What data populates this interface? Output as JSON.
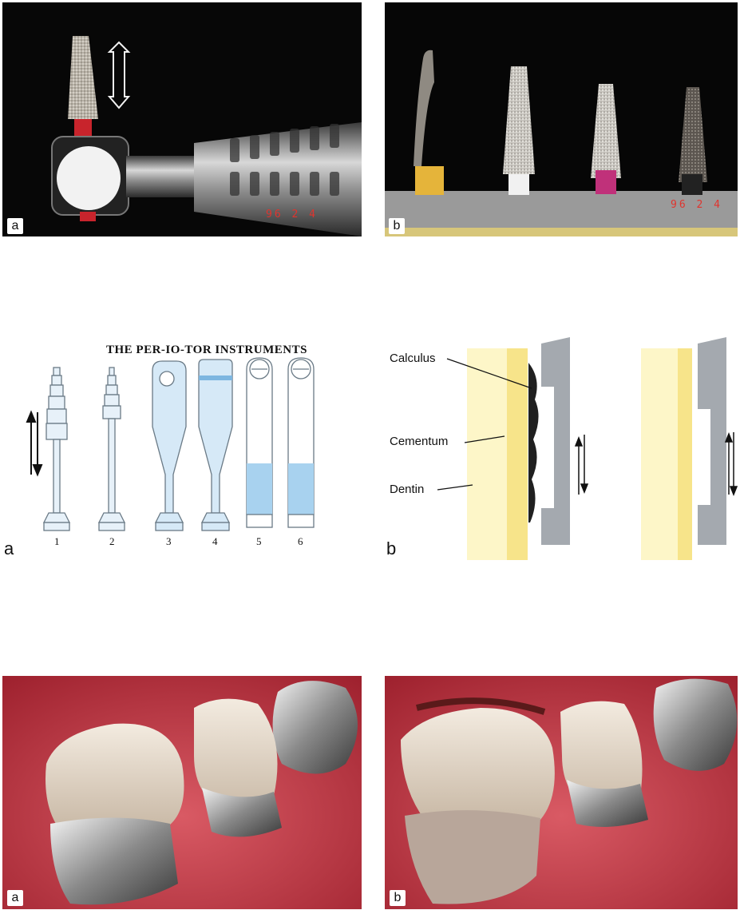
{
  "top_row": {
    "photo_a": {
      "label": "a",
      "date_stamp": "96 2 4"
    },
    "photo_b": {
      "label": "b",
      "date_stamp": "96 2 4"
    }
  },
  "middle_row": {
    "instruments": {
      "title": "THE PER-IO-TOR INSTRUMENTS",
      "label": "a",
      "numbers": [
        "1",
        "2",
        "3",
        "4",
        "5",
        "6"
      ]
    },
    "tooth_diagram": {
      "label": "b",
      "calculus": "Calculus",
      "cementum": "Cementum",
      "dentin": "Dentin"
    }
  },
  "bottom_row": {
    "photo_a": {
      "label": "a"
    },
    "photo_b": {
      "label": "b"
    }
  },
  "colors": {
    "dentin": "#fdf6c8",
    "cementum": "#f7e48a",
    "instrument": "#9aa0a6",
    "instrument_fill": "#c9e3f5",
    "gum": "#c53040"
  }
}
